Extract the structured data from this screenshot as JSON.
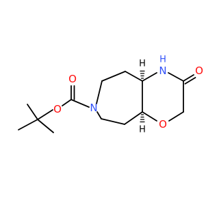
{
  "molecule": {
    "atoms": {
      "n_boc": {
        "symbol": "N",
        "color": "#3050F8"
      },
      "n_amide": {
        "symbol": "N",
        "color": "#3050F8"
      },
      "n_amide_h": {
        "symbol": "H",
        "color": "#3050F8"
      },
      "o_carbamate": {
        "symbol": "O",
        "color": "#FF0D0D"
      },
      "o_carbonyl_boc": {
        "symbol": "O",
        "color": "#FF0D0D"
      },
      "o_carbonyl_lactam": {
        "symbol": "O",
        "color": "#FF0D0D"
      },
      "o_ether": {
        "symbol": "O",
        "color": "#FF0D0D"
      },
      "h_stereo_top": {
        "symbol": "H",
        "color": "#000000"
      },
      "h_stereo_bottom": {
        "symbol": "H",
        "color": "#000000"
      }
    },
    "bond_color": "#000000"
  }
}
